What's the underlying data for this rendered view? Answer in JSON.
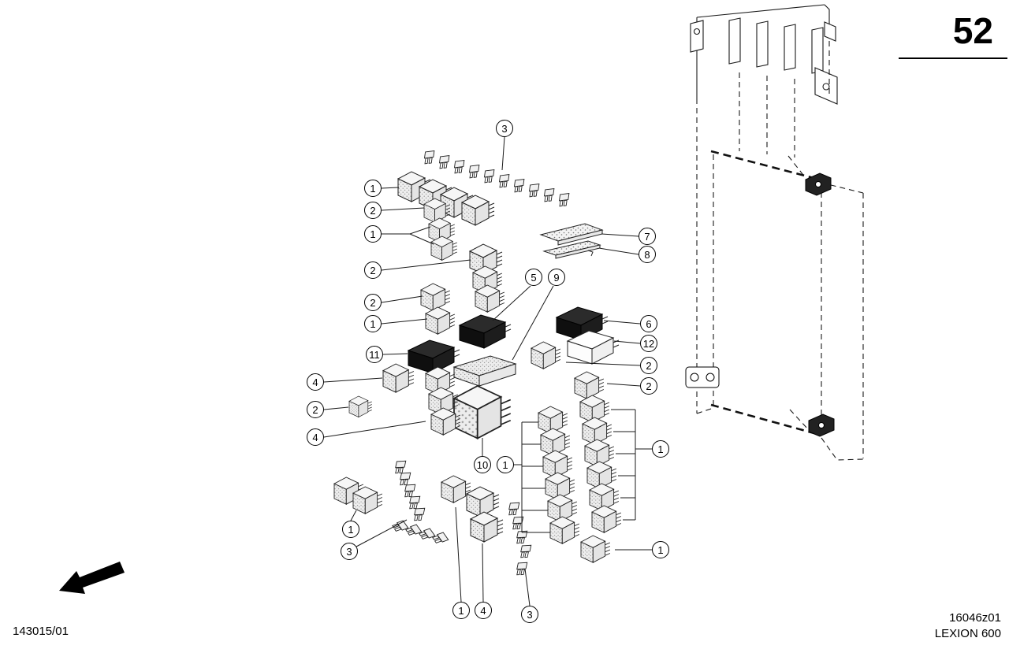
{
  "page": {
    "number": "52",
    "footer_left": "143015/01",
    "footer_right_line1": "16046z01",
    "footer_right_line2": "LEXION 600"
  },
  "diagram": {
    "callouts": [
      "3",
      "1",
      "2",
      "1",
      "2",
      "2",
      "1",
      "11",
      "5",
      "9",
      "7",
      "8",
      "6",
      "12",
      "2",
      "2",
      "4",
      "2",
      "4",
      "10",
      "1",
      "1",
      "1",
      "3",
      "1",
      "4",
      "3",
      "1"
    ]
  }
}
